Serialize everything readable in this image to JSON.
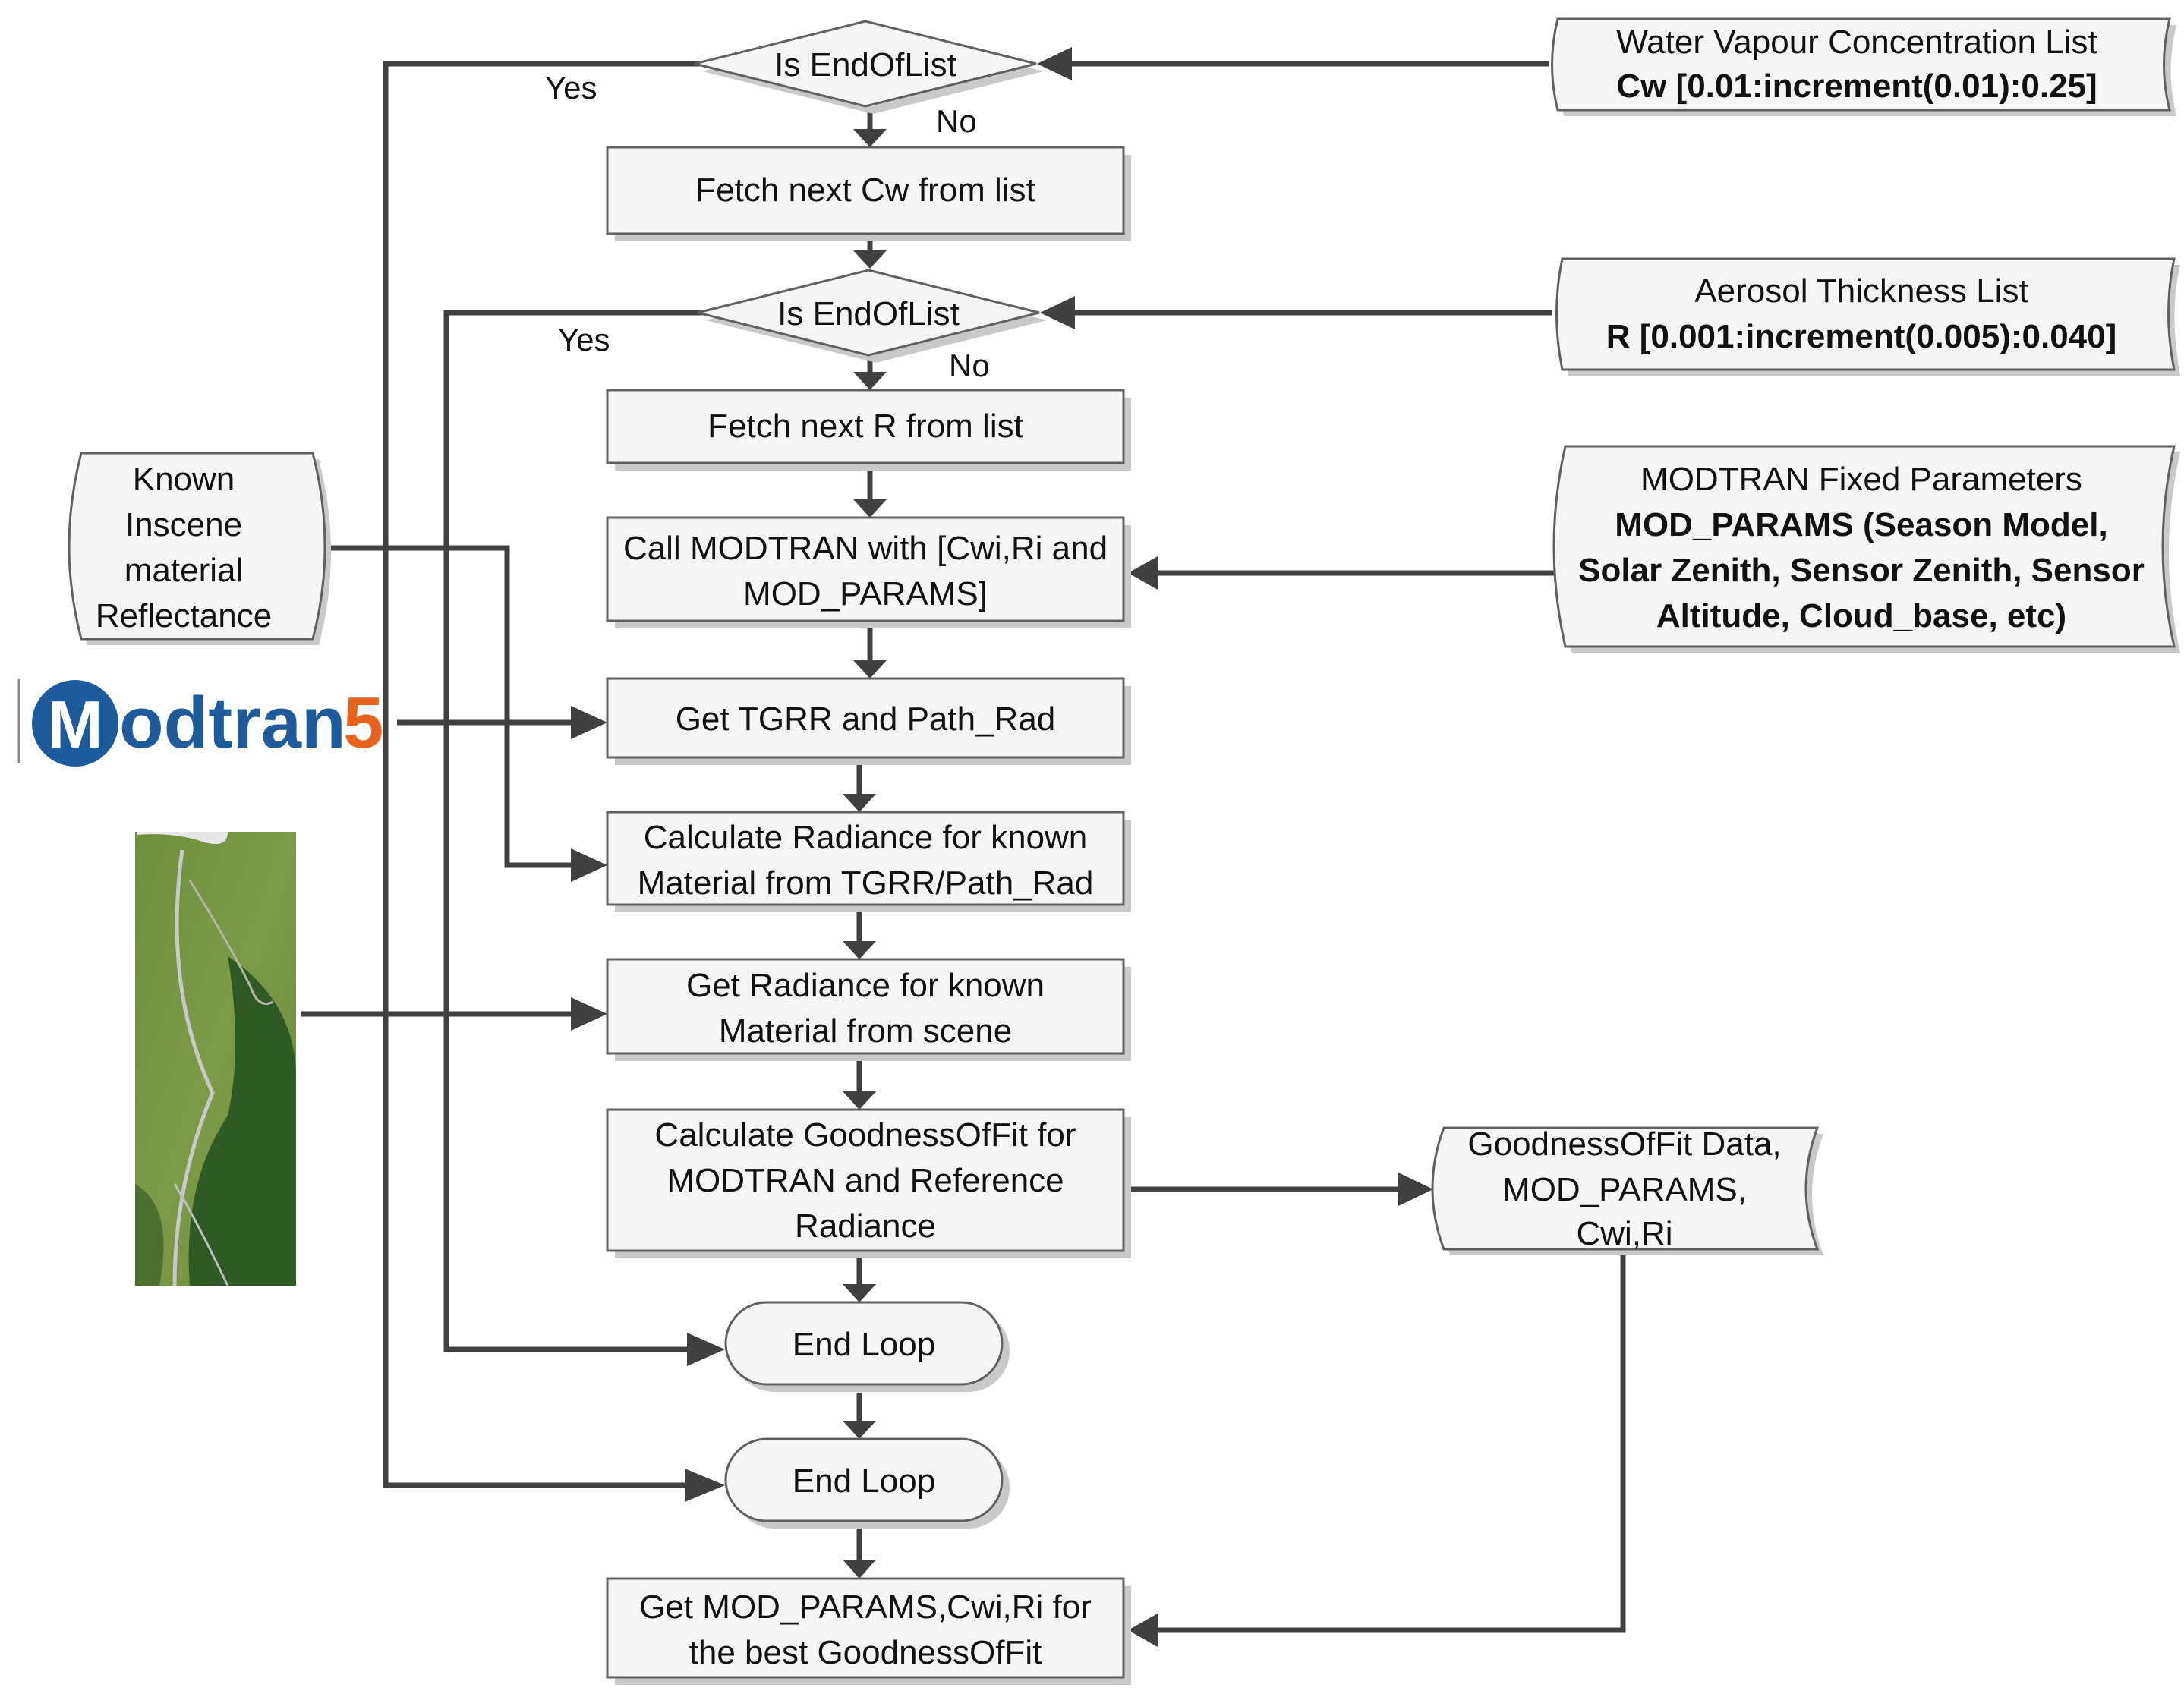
{
  "nodes": {
    "decision1": [
      "Is EndOfList"
    ],
    "fetch_cw": [
      "Fetch next Cw from list"
    ],
    "decision2": [
      "Is EndOfList"
    ],
    "fetch_r": [
      "Fetch next R from list"
    ],
    "call_modtran": [
      "Call MODTRAN with [Cwi,Ri and",
      "MOD_PARAMS]"
    ],
    "get_tgrr": [
      "Get TGRR and Path_Rad"
    ],
    "calc_radiance": [
      "Calculate Radiance for known",
      "Material from TGRR/Path_Rad"
    ],
    "get_radiance": [
      "Get Radiance for known",
      "Material from scene"
    ],
    "calc_gof": [
      "Calculate GoodnessOfFit for",
      "MODTRAN and Reference",
      "Radiance"
    ],
    "end_loop1": [
      "End Loop"
    ],
    "end_loop2": [
      "End Loop"
    ],
    "get_best": [
      "Get MOD_PARAMS,Cwi,Ri for",
      "the best GoodnessOfFit"
    ],
    "water_list": [
      "Water Vapour Concentration List"
    ],
    "water_list_bold": [
      "Cw [0.01:increment(0.01):0.25]"
    ],
    "aerosol_list": [
      "Aerosol Thickness List"
    ],
    "aerosol_list_bold": [
      "R [0.001:increment(0.005):0.040]"
    ],
    "modtran_params": [
      "MODTRAN Fixed Parameters"
    ],
    "modtran_params_bold": [
      "MOD_PARAMS (Season Model,",
      "Solar Zenith, Sensor Zenith, Sensor",
      "Altitude, Cloud_base, etc)"
    ],
    "known_reflectance": [
      "Known",
      "Inscene",
      "material",
      "Reflectance"
    ],
    "gof_data": [
      "GoodnessOfFit Data,",
      "MOD_PARAMS,",
      "Cwi,Ri"
    ]
  },
  "edges": {
    "yes1": "Yes",
    "no1": "No",
    "yes2": "Yes",
    "no2": "No"
  },
  "logo": {
    "text": "odtran",
    "mark": "M",
    "version": "5",
    "blue": "#1d5b9a",
    "orange": "#e8641e"
  },
  "colors": {
    "box_fill": "#f5f5f5",
    "box_stroke": "#606060",
    "arrow": "#404040"
  }
}
